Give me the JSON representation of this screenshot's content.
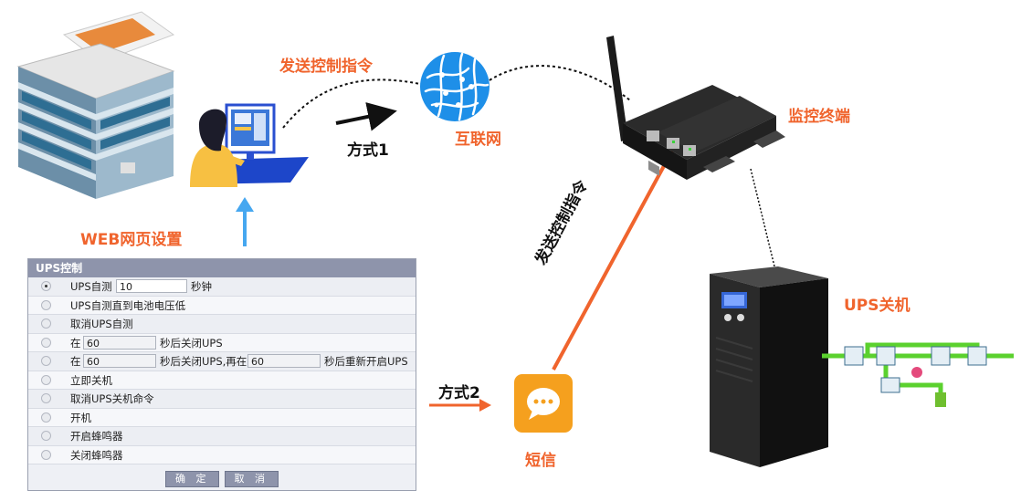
{
  "labels": {
    "send_cmd_top": "发送控制指令",
    "method1": "方式1",
    "internet": "互联网",
    "monitor_terminal": "监控终端",
    "web_setup": "WEB网页设置",
    "send_cmd_diag": "发送控制指令",
    "method2": "方式2",
    "sms": "短信",
    "ups_off": "UPS关机"
  },
  "panel": {
    "title": "UPS控制",
    "rows": [
      {
        "text": "UPS自测",
        "checked": true,
        "field1": "10",
        "suffix": "秒钟"
      },
      {
        "text": "UPS自测直到电池电压低"
      },
      {
        "text": "取消UPS自测"
      },
      {
        "text": "在",
        "field1": "60",
        "suffix": "秒后关闭UPS"
      },
      {
        "text": "在",
        "field1": "60",
        "mid": "秒后关闭UPS,再在",
        "field2": "60",
        "suffix": "秒后重新开启UPS"
      },
      {
        "text": "立即关机"
      },
      {
        "text": "取消UPS关机命令"
      },
      {
        "text": "开机"
      },
      {
        "text": "开启蜂鸣器"
      },
      {
        "text": "关闭蜂鸣器"
      }
    ],
    "confirm": "确 定",
    "cancel": "取 消"
  },
  "colors": {
    "accent": "#f0642d",
    "internet_blue": "#1e8fe8",
    "sms_orange": "#f5a01e",
    "panel_header": "#8e94ab",
    "power_green": "#5bd12e"
  },
  "icons": [
    "building-icon",
    "user-at-computer-icon",
    "globe-icon",
    "router-icon",
    "ups-tower-icon",
    "sms-bubble-icon",
    "power-circuit-icon"
  ]
}
